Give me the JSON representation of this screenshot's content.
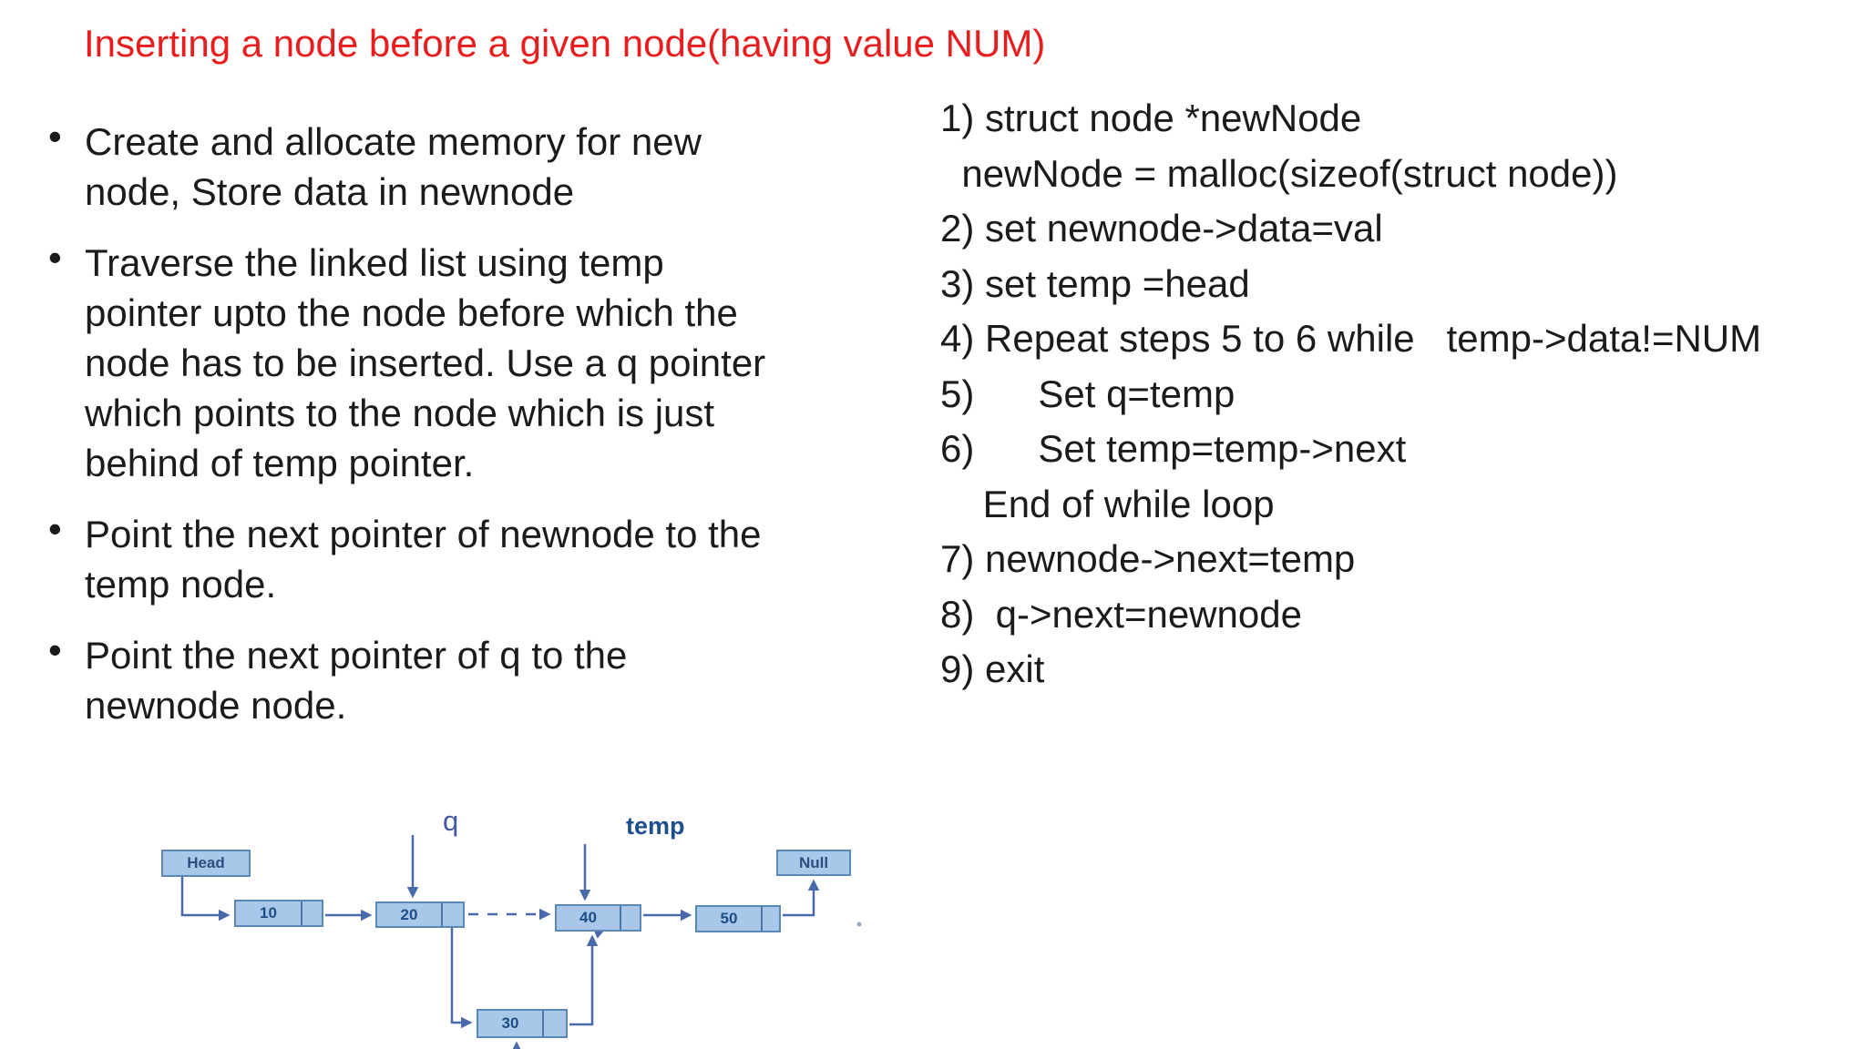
{
  "title": "Inserting a node before a given node(having value NUM)",
  "bullet_char": "•",
  "bullets": [
    {
      "lines": [
        "Create and allocate memory for new",
        "node, Store data in newnode"
      ]
    },
    {
      "lines": [
        "Traverse the linked list using temp",
        "pointer upto the node before which the",
        "node has to be inserted. Use a q pointer",
        "which points to the node which is just",
        "behind of temp pointer."
      ]
    },
    {
      "lines": [
        "Point the next pointer of newnode to the",
        "temp node."
      ]
    },
    {
      "lines": [
        "Point the next pointer of q to the",
        "newnode node."
      ]
    }
  ],
  "algorithm": {
    "lines": [
      "1) struct node *newNode",
      "  newNode = malloc(sizeof(struct node))",
      "2) set newnode->data=val",
      "3) set temp =head",
      "4) Repeat steps 5 to 6 while   temp->data!=NUM",
      "5)      Set q=temp",
      "6)      Set temp=temp->next",
      "    End of while loop",
      "7) newnode->next=temp",
      "8)  q->next=newnode",
      "9) exit"
    ]
  },
  "diagram": {
    "pointer_labels": {
      "q": "q",
      "temp": "temp"
    },
    "head_label": "Head",
    "null_label": "Null",
    "nodes": [
      {
        "value": "10"
      },
      {
        "value": "20"
      },
      {
        "value": "30"
      },
      {
        "value": "40"
      },
      {
        "value": "50"
      }
    ],
    "colors": {
      "node_fill": "#a9c7e9",
      "node_border": "#5c88b8",
      "connector": "#4a69ab",
      "label_blue": "#1d4e90",
      "q_label_blue": "#4356a8",
      "node_value_blue": "#1d4f86",
      "title_red": "#e91d1d"
    }
  }
}
